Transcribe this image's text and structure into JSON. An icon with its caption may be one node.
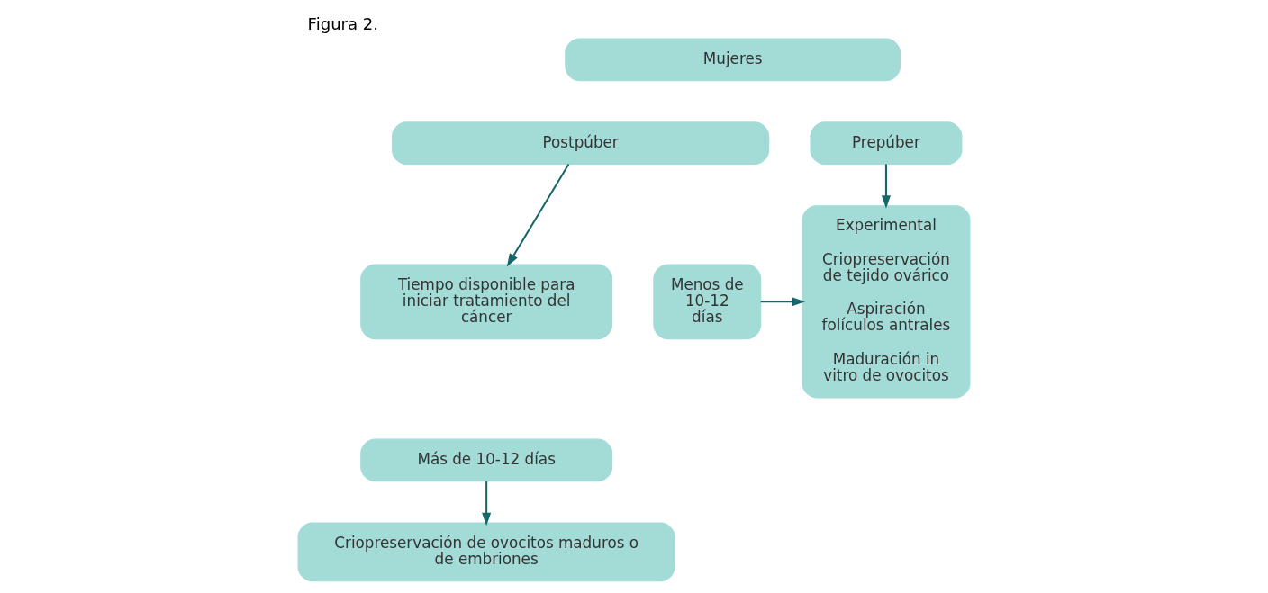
{
  "diagram": {
    "title": "Figura 2.",
    "nodes": [
      {
        "text": [
          "Mujeres"
        ]
      },
      {
        "text": [
          "Postpúber"
        ]
      },
      {
        "text": [
          "Prepúber"
        ]
      },
      {
        "text": [
          "Tiempo disponible para iniciar tratamiento del cáncer"
        ]
      },
      {
        "text": [
          "Más de 10-12 días"
        ]
      },
      {
        "text": [
          "Menos de 10-12 días"
        ]
      },
      {
        "text": [
          "Criopreservación de ovocitos maduros o de embriones"
        ]
      },
      {
        "text": [
          "Experimental",
          "Criopreservación de tejido ovárico",
          "Aspiración folículos antrales",
          "Maduración in vitro de ovocitos"
        ]
      }
    ],
    "edges": [
      {
        "from": 1,
        "to": 3,
        "arrow": "to"
      },
      {
        "from": 2,
        "to": 7,
        "arrow": "to"
      },
      {
        "from": 4,
        "to": 6,
        "arrow": "to"
      },
      {
        "from": 5,
        "to": 7,
        "arrow": "to"
      }
    ]
  }
}
